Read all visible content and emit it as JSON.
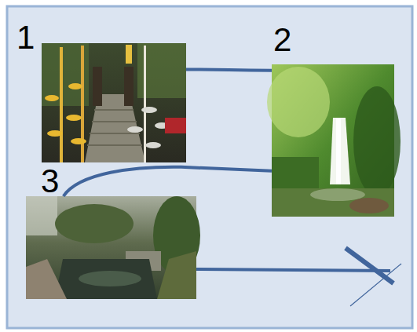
{
  "diagram": {
    "nodes": [
      {
        "text": [
          "1"
        ]
      },
      {
        "text": [
          "2"
        ]
      },
      {
        "text": [
          "3"
        ]
      }
    ],
    "edges": [
      {
        "from": 0,
        "to": 1,
        "arrow": "none"
      },
      {
        "from": 2,
        "to": 1,
        "arrow": "none"
      }
    ]
  }
}
